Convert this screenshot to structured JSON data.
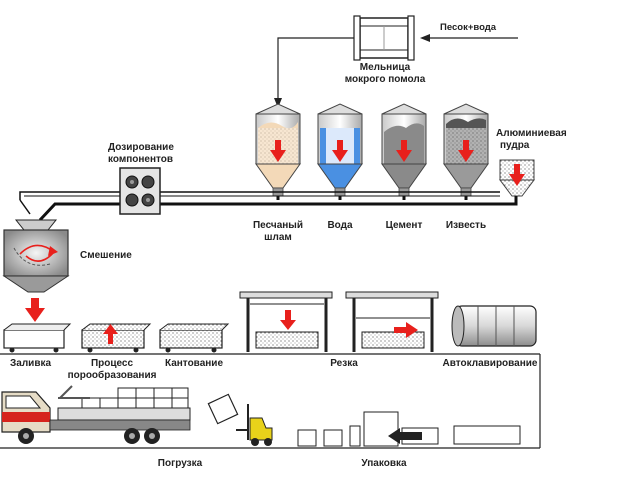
{
  "colors": {
    "arrow_red": "#e8201c",
    "pipe": "#222222",
    "water": "#4a90e2",
    "slurry": "#f3d9b8",
    "cement": "#8a8a8a",
    "lime": "#9a9a9a",
    "forklift_yellow": "#e8d21a",
    "truck_red": "#d6231c",
    "truck_cab_body": "#e6dcc6"
  },
  "labels": {
    "input": "Песок+вода",
    "mill_line1": "Мельница",
    "mill_line2": "мокрого помола",
    "dosing_line1": "Дозирование",
    "dosing_line2": "компонентов",
    "mixing": "Смешение",
    "aluminum_line1": "Алюминиевая",
    "aluminum_line2": "пудра",
    "silos": [
      {
        "line1": "Песчаный",
        "line2": "шлам",
        "icon": "sand-slurry-silo-icon"
      },
      {
        "line1": "Вода",
        "line2": "",
        "icon": "water-silo-icon"
      },
      {
        "line1": "Цемент",
        "line2": "",
        "icon": "cement-silo-icon"
      },
      {
        "line1": "Известь",
        "line2": "",
        "icon": "lime-silo-icon"
      }
    ],
    "pouring": "Заливка",
    "process_line1": "Процесс",
    "process_line2": "порообразования",
    "tilting": "Кантование",
    "cutting": "Резка",
    "autoclaving": "Автоклавирование",
    "loading": "Погрузка",
    "packing": "Упаковка"
  }
}
